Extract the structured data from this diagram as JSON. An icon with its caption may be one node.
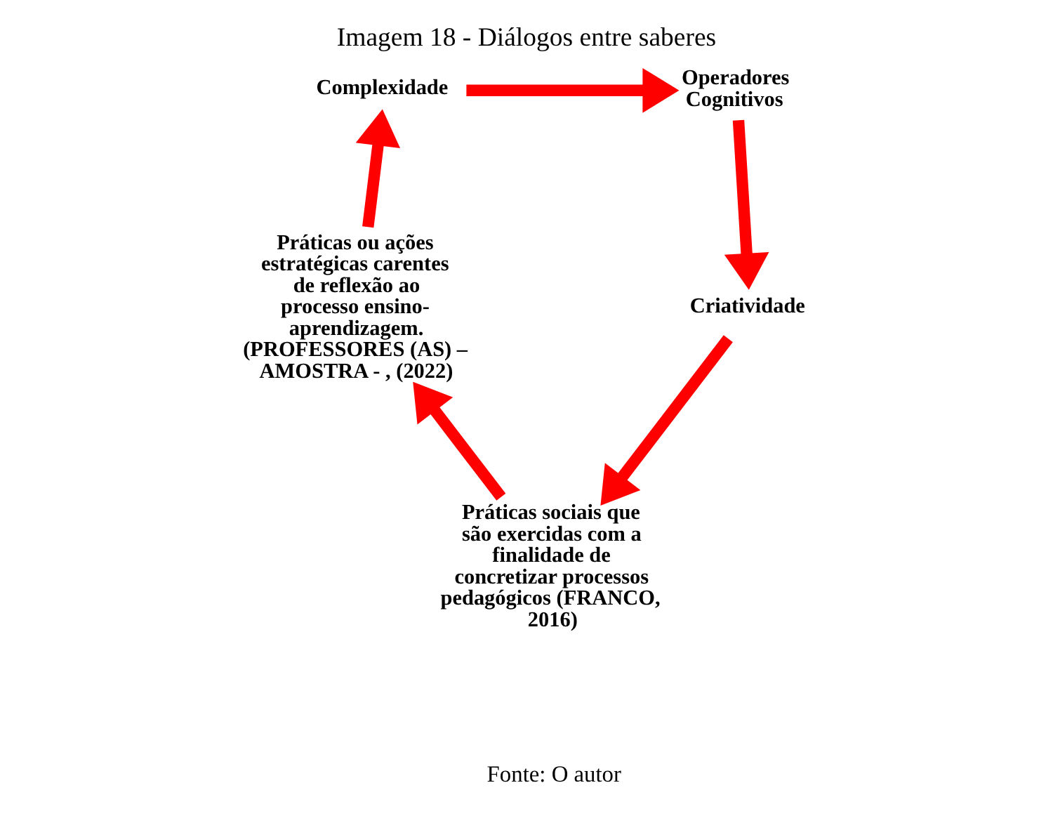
{
  "diagram": {
    "title": "Imagem 18 - Diálogos entre saberes",
    "caption": "Fonte: O autor",
    "nodes": [
      {
        "text": [
          "Complexidade"
        ]
      },
      {
        "text": [
          "Operadores Cognitivos"
        ]
      },
      {
        "text": [
          "Criatividade"
        ]
      },
      {
        "text": [
          "Práticas sociais que são exercidas com a finalidade de concretizar processos pedagógicos (FRANCO, 2016)"
        ]
      },
      {
        "text": [
          "Práticas ou ações estratégicas carentes de reflexão ao processo ensino-aprendizagem. (PROFESSORES (AS) – AMOSTRA - , (2022)"
        ]
      }
    ],
    "edges": [
      {
        "from": 0,
        "to": 1,
        "arrow": "to"
      },
      {
        "from": 1,
        "to": 2,
        "arrow": "to"
      },
      {
        "from": 2,
        "to": 3,
        "arrow": "to"
      },
      {
        "from": 3,
        "to": 4,
        "arrow": "to"
      },
      {
        "from": 4,
        "to": 0,
        "arrow": "to"
      }
    ]
  }
}
